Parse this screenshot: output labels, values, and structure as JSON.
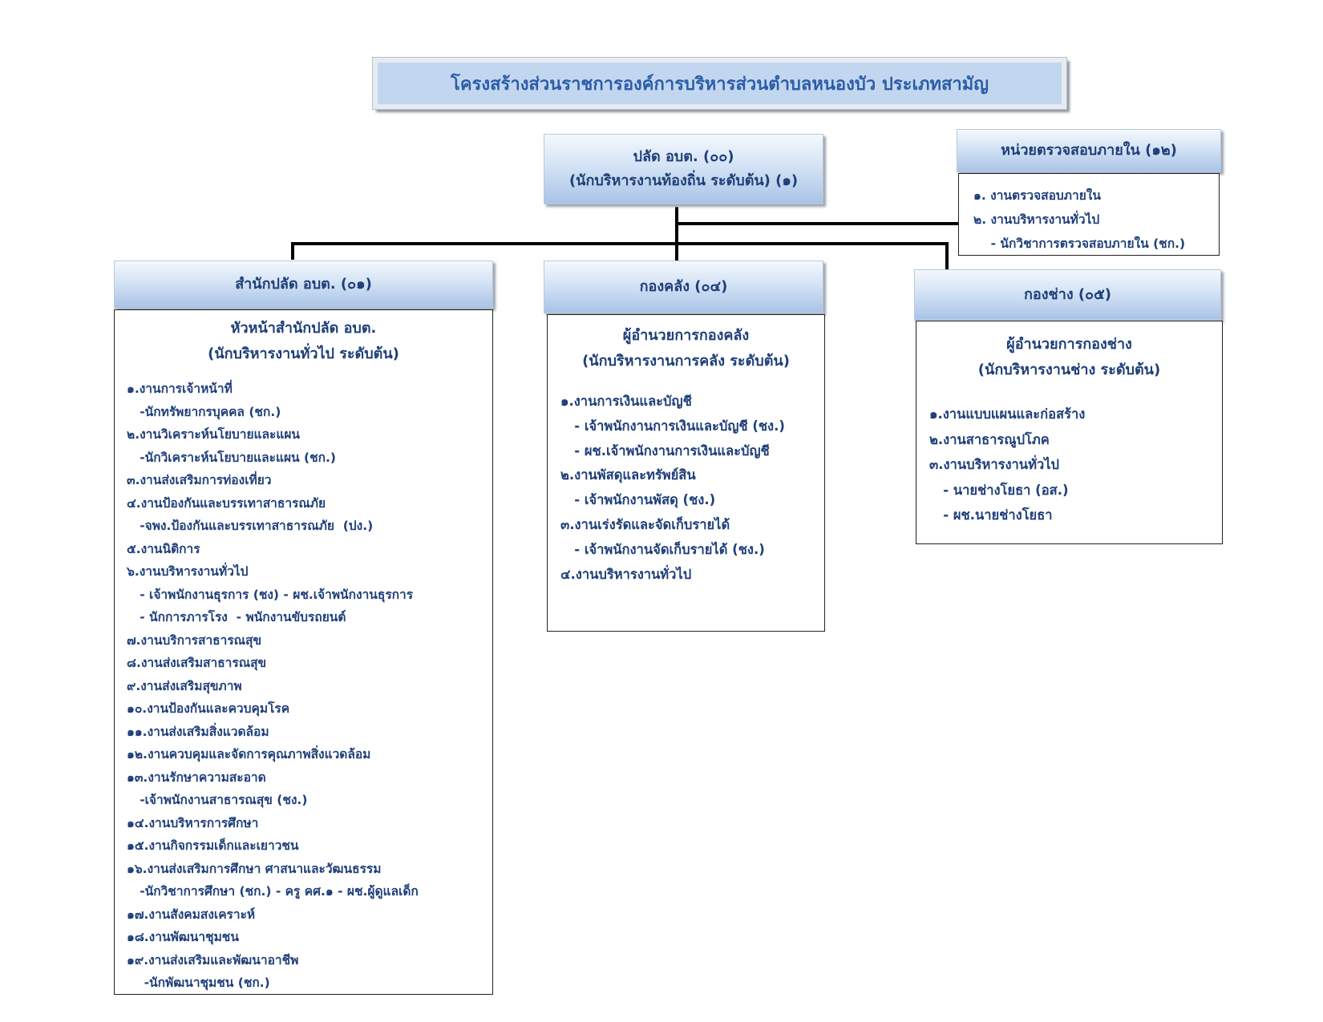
{
  "title": "โครงสร้างส่วนราชการองค์การบริหารส่วนตำบลหนองบัว  ประเภทสามัญ",
  "top": {
    "line1": "ปลัด  อบต. (๐๐)",
    "line2": "(นักบริหารงานท้องถิ่น ระดับต้น) (๑)"
  },
  "audit": {
    "header": "หน่วยตรวจสอบภายใน (๑๒)",
    "items": [
      "๑. งานตรวจสอบภายใน",
      "๒. งานบริหารงานทั่วไป",
      "    - นักวิชาการตรวจสอบภายใน (ชก.)"
    ]
  },
  "office": {
    "header": "สำนักปลัด อบต. (๐๑)",
    "head_line1": "หัวหน้าสำนักปลัด อบต.",
    "head_line2": "(นักบริหารงานทั่วไป ระดับต้น)",
    "items": [
      "๑.งานการเจ้าหน้าที่",
      "   -นักทรัพยากรบุคคล (ชก.)",
      "๒.งานวิเคราะห์นโยบายและแผน",
      "   -นักวิเคราะห์นโยบายและแผน (ชก.)",
      "๓.งานส่งเสริมการท่องเที่ยว",
      "๔.งานป้องกันและบรรเทาสาธารณภัย",
      "   -จพง.ป้องกันและบรรเทาสาธารณภัย  (ปง.)",
      "๕.งานนิติการ",
      "๖.งานบริหารงานทั่วไป",
      "   - เจ้าพนักงานธุรการ (ชง) - ผช.เจ้าพนักงานธุรการ",
      "   - นักการภารโรง  - พนักงานขับรถยนต์",
      "๗.งานบริการสาธารณสุข",
      "๘.งานส่งเสริมสาธารณสุข",
      "๙.งานส่งเสริมสุขภาพ",
      "๑๐.งานป้องกันและควบคุมโรค",
      "๑๑.งานส่งเสริมสิ่งแวดล้อม",
      "๑๒.งานควบคุมและจัดการคุณภาพสิ่งแวดล้อม",
      "๑๓.งานรักษาความสะอาด",
      "   -เจ้าพนักงานสาธารณสุข (ชง.)",
      "๑๔.งานบริหารการศึกษา",
      "๑๕.งานกิจกรรมเด็กและเยาวชน",
      "๑๖.งานส่งเสริมการศึกษา ศาสนาและวัฒนธรรม",
      "   -นักวิชาการศึกษา (ชก.) - ครู คศ.๑ - ผช.ผู้ดูแลเด็ก",
      "๑๗.งานสังคมสงเคราะห์",
      "๑๘.งานพัฒนาชุมชน",
      "๑๙.งานส่งเสริมและพัฒนาอาชีพ",
      "    -นักพัฒนาชุมชน (ชก.)"
    ]
  },
  "finance": {
    "header": "กองคลัง (๐๔)",
    "head_line1": "ผู้อำนวยการกองคลัง",
    "head_line2": "(นักบริหารงานการคลัง ระดับต้น)",
    "items": [
      "๑.งานการเงินและบัญชี",
      "   - เจ้าพนักงานการเงินและบัญชี (ชง.)",
      "   - ผช.เจ้าพนักงานการเงินและบัญชี",
      "๒.งานพัสดุและทรัพย์สิน",
      "   - เจ้าพนักงานพัสดุ (ชง.)",
      "๓.งานเร่งรัดและจัดเก็บรายได้",
      "   - เจ้าพนักงานจัดเก็บรายได้ (ชง.)",
      "๔.งานบริหารงานทั่วไป"
    ]
  },
  "engineering": {
    "header": "กองช่าง (๐๕)",
    "head_line1": "ผู้อำนวยการกองช่าง",
    "head_line2": "(นักบริหารงานช่าง ระดับต้น)",
    "items": [
      "๑.งานแบบแผนและก่อสร้าง",
      "๒.งานสาธารณูปโภค",
      "๓.งานบริหารงานทั่วไป",
      "   - นายช่างโยธา (อส.)",
      "   - ผช.นายช่างโยธา"
    ]
  }
}
